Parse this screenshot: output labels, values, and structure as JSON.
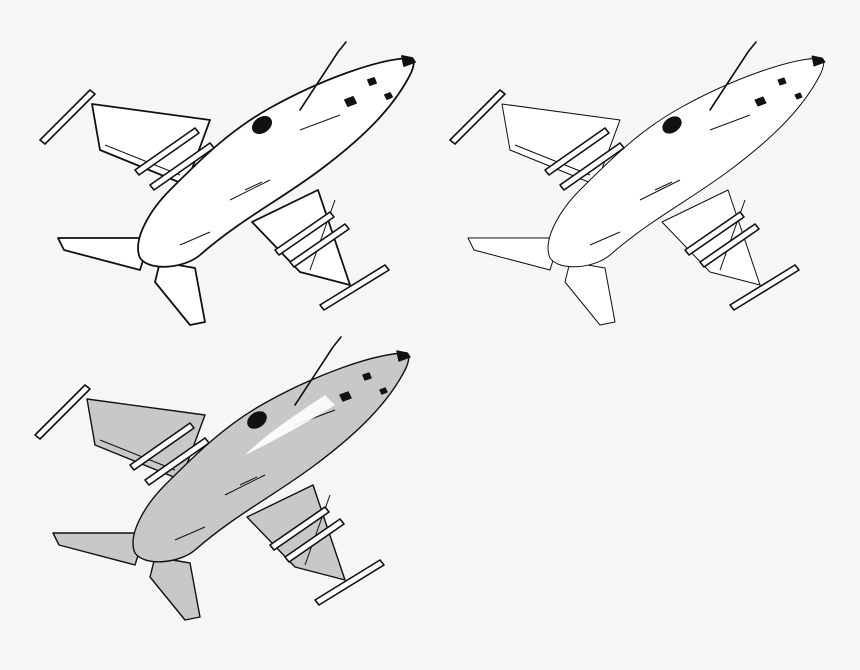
{
  "background": "#f6f6f6",
  "illustrations": [
    {
      "name": "jet-outline-bold",
      "fill": "#ffffff",
      "style": "bold outline"
    },
    {
      "name": "jet-outline-thin",
      "fill": "#ffffff",
      "style": "thin outline"
    },
    {
      "name": "jet-grey-shaded",
      "fill": "#c8c8c8",
      "style": "grey shaded"
    }
  ]
}
